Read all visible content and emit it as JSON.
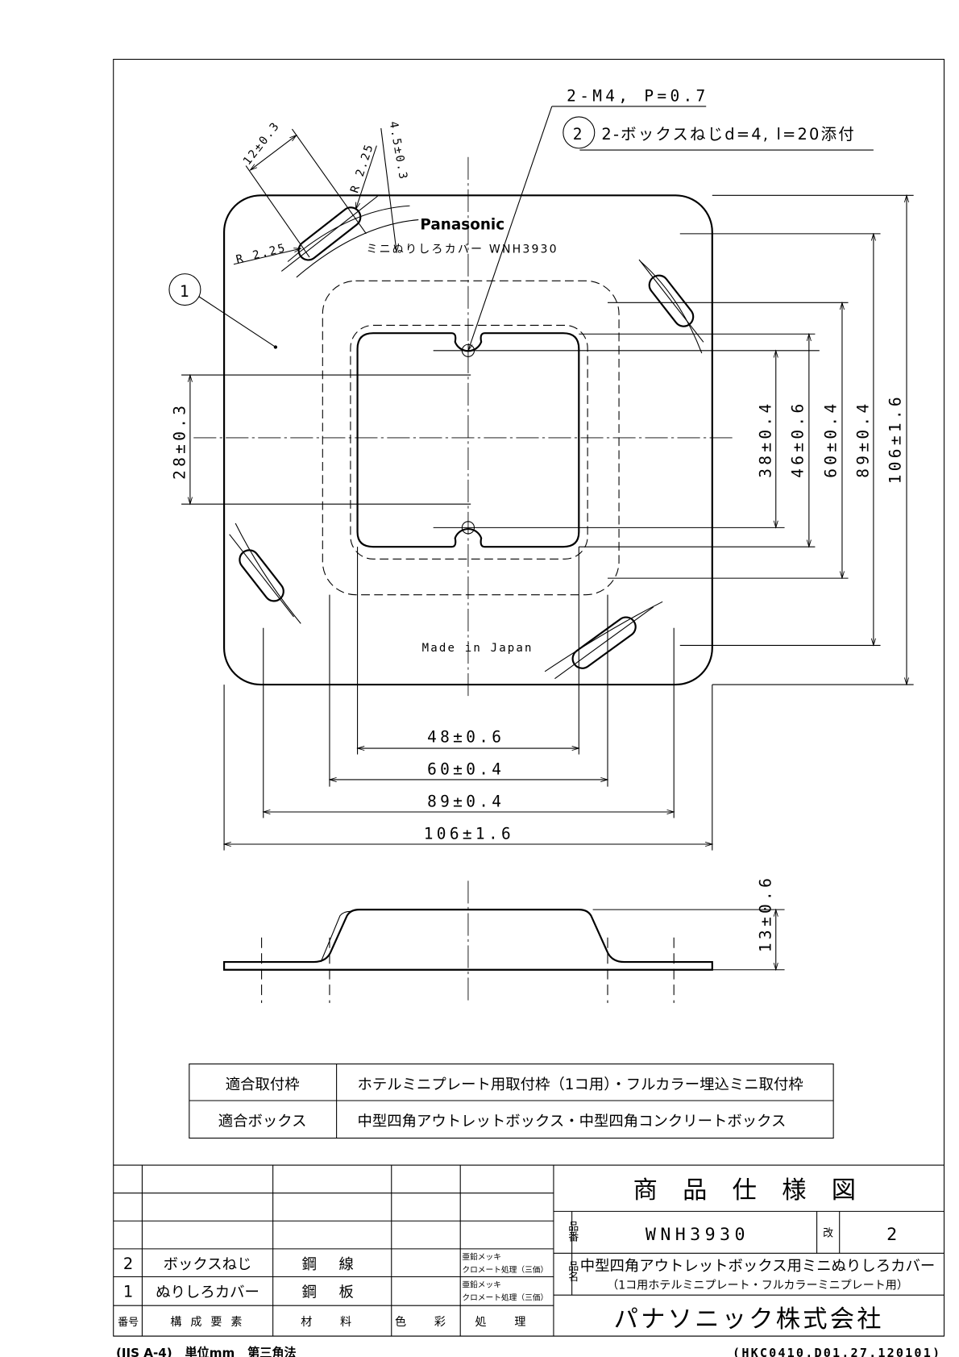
{
  "drawing": {
    "callouts": {
      "thread": "2-M4, P=0.7",
      "screw_balloon": "2",
      "screw_note": "2-ボックスねじd=4, l=20添付",
      "part_balloon": "1"
    },
    "slot_dims": {
      "width": "12±0.3",
      "offset": "4.5±0.3",
      "radius_top": "R 2.25",
      "radius_left": "R 2.25"
    },
    "marking": {
      "brand": "Panasonic",
      "product": "ミニぬりしろカバー  WNH3930",
      "origin": "Made in Japan"
    },
    "horizontal_dims": [
      "48±0.6",
      "60±0.4",
      "89±0.4",
      "106±1.6"
    ],
    "vertical_dims": [
      "38±0.4",
      "46±0.6",
      "60±0.4",
      "89±0.4",
      "106±1.6"
    ],
    "left_dim": "28±0.3",
    "side_dim": "13±0.6"
  },
  "spec_table": [
    {
      "label": "適合取付枠",
      "value": "ホテルミニプレート用取付枠（1コ用）・フルカラー埋込ミニ取付枠"
    },
    {
      "label": "適合ボックス",
      "value": "中型四角アウトレットボックス・中型四角コンクリートボックス"
    }
  ],
  "parts_list": {
    "rows": [
      {
        "no": "2",
        "name": "ボックスねじ",
        "material": "鋼 線",
        "color": "",
        "finish1": "亜鉛メッキ",
        "finish2": "クロメート処理（三価）"
      },
      {
        "no": "1",
        "name": "ぬりしろカバー",
        "material": "鋼 板",
        "color": "",
        "finish1": "亜鉛メッキ",
        "finish2": "クロメート処理（三価）"
      }
    ],
    "headers": {
      "no": "番号",
      "name": "構 成 要 素",
      "material": "材 料",
      "color": "色 彩",
      "finish": "処 理"
    }
  },
  "title_block": {
    "title": "商 品 仕 様 図",
    "part_no_label": "品番",
    "part_no": "WNH3930",
    "rev_label": "改",
    "rev": "2",
    "name_label": "品名",
    "name_line1": "中型四角アウトレットボックス用ミニぬりしろカバー",
    "name_line2": "（1コ用ホテルミニプレート・フルカラーミニプレート用）",
    "company": "パナソニック株式会社"
  },
  "footer": {
    "left": "(JIS A-4)   単位mm   第三角法",
    "right": "(HKC0410.D01.27.120101)"
  }
}
